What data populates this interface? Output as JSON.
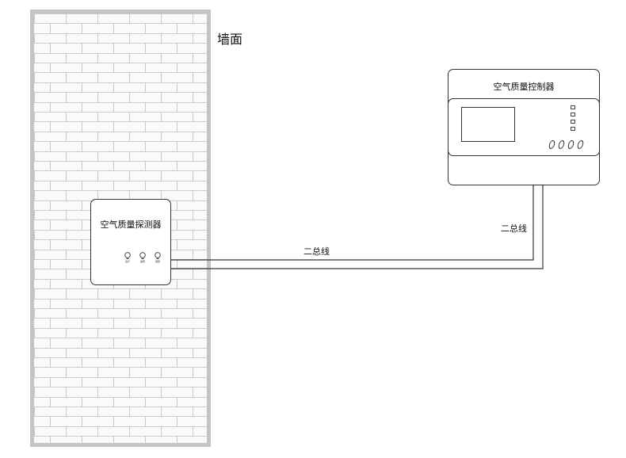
{
  "wall": {
    "label": "墙面"
  },
  "detector": {
    "title": "空气质量探测器",
    "indicators": [
      {
        "caption": "运行"
      },
      {
        "caption": "故障"
      },
      {
        "caption": "报警"
      }
    ]
  },
  "controller": {
    "title": "空气质量控制器",
    "key_count": 4,
    "knob_count": 4
  },
  "bus": {
    "horizontal_label": "二总线",
    "vertical_label": "二总线"
  }
}
